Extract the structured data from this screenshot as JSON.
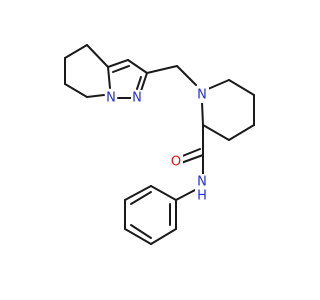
{
  "molecule": {
    "colors": {
      "bond": "#1a1a1a",
      "N": "#2430d8",
      "O": "#e0150f"
    },
    "atoms": {
      "N_pyrazole_1": {
        "label": "N",
        "element": "N"
      },
      "N_pyrazole_2": {
        "label": "N",
        "element": "N"
      },
      "N_piperidine": {
        "label": "N",
        "element": "N"
      },
      "O_amide": {
        "label": "O",
        "element": "O"
      },
      "N_amide": {
        "label": "N",
        "element": "N"
      },
      "H_amide": {
        "label": "H",
        "element": "H"
      }
    }
  }
}
